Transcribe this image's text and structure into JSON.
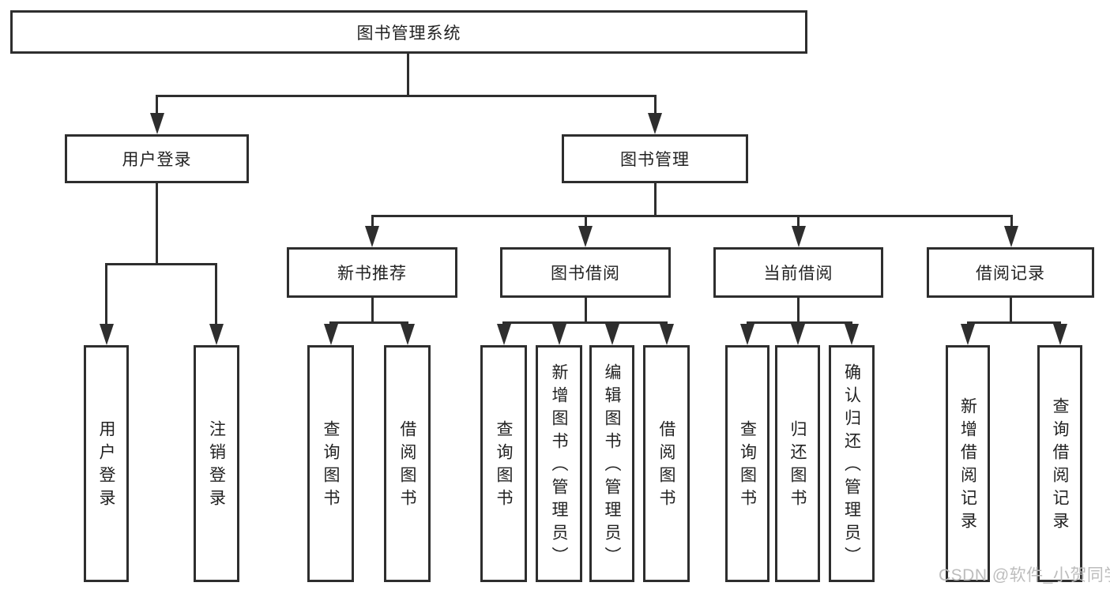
{
  "tree": {
    "root": "图书管理系统",
    "user_login_branch": {
      "label": "用户登录",
      "children": [
        "用户登录",
        "注销登录"
      ]
    },
    "book_mgmt_branch": {
      "label": "图书管理",
      "children": [
        {
          "label": "新书推荐",
          "children": [
            "查询图书",
            "借阅图书"
          ]
        },
        {
          "label": "图书借阅",
          "children": [
            "查询图书",
            "新增图书（管理员）",
            "编辑图书（管理员）",
            "借阅图书"
          ]
        },
        {
          "label": "当前借阅",
          "children": [
            "查询图书",
            "归还图书",
            "确认归还（管理员）"
          ]
        },
        {
          "label": "借阅记录",
          "children": [
            "新增借阅记录",
            "查询借阅记录"
          ]
        }
      ]
    }
  },
  "watermark": "CSDN @软件_小贺同学",
  "colors": {
    "line": "#2e2e2e",
    "text": "#222222",
    "watermark": "#bdbdbd",
    "background": "#ffffff"
  }
}
